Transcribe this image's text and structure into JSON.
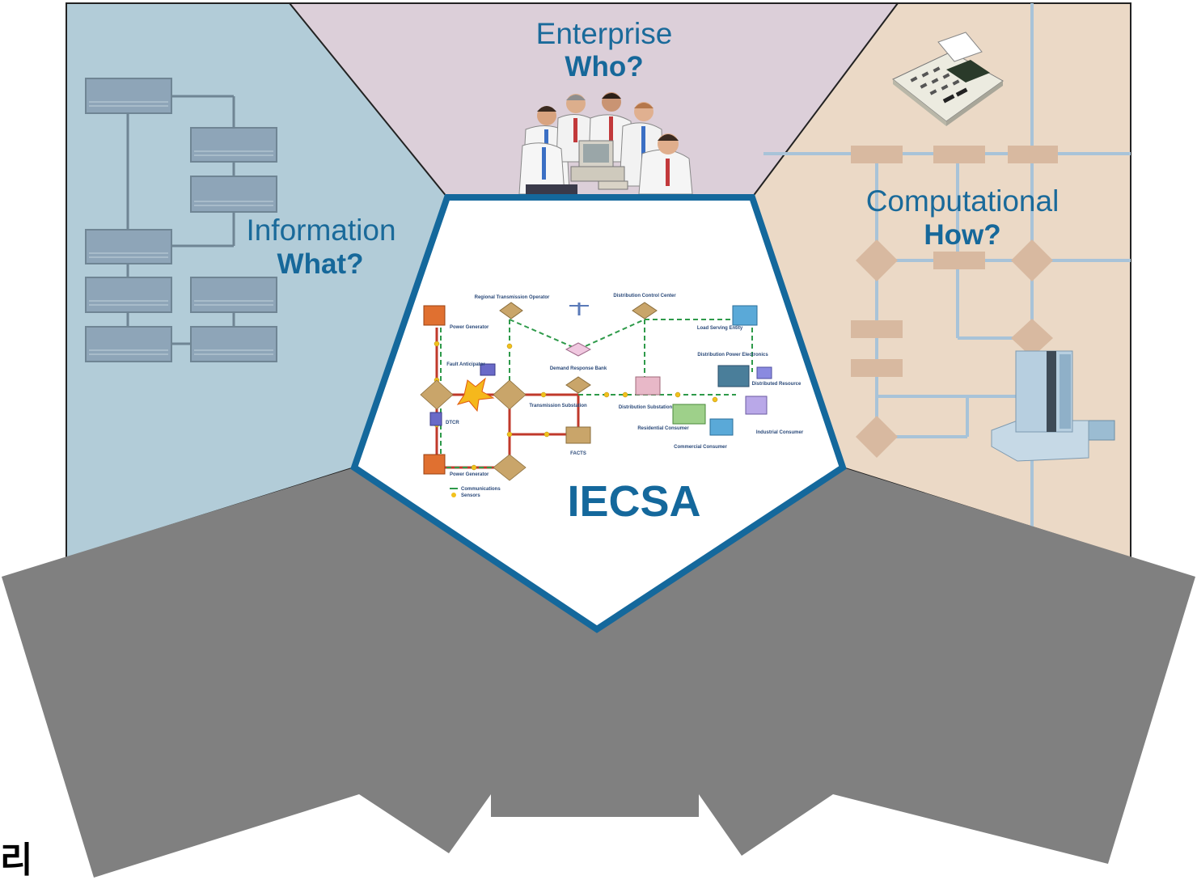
{
  "viewpoints": {
    "information": {
      "title": "Information",
      "question": "What?",
      "color": "#b2ccd8"
    },
    "enterprise": {
      "title": "Enterprise",
      "question": "Who?",
      "color": "#dccfd9"
    },
    "computational": {
      "title": "Computational",
      "question": "How?",
      "color": "#ebd9c6"
    }
  },
  "center": {
    "title": "IECSA",
    "labels": {
      "power_generator_top": "Power Generator",
      "regional_transmission_operator": "Regional Transmission Operator",
      "distribution_control_center": "Distribution Control Center",
      "load_serving_entity": "Load Serving Entity",
      "fault_anticipator": "Fault Anticipator",
      "demand_response_bank": "Demand Response Bank",
      "distribution_power_electronics": "Distribution Power Electronics",
      "distributed_resource": "Distributed Resource",
      "transmission_substation": "Transmission Substation",
      "distribution_substation": "Distribution Substation",
      "residential_consumer": "Residential Consumer",
      "industrial_consumer": "Industrial Consumer",
      "commercial_consumer": "Commercial Consumer",
      "dtcr": "DTCR",
      "facts": "FACTS",
      "power_generator_bottom": "Power Generator",
      "legend_communications": "Communications",
      "legend_sensors": "Sensors"
    }
  },
  "colors": {
    "gray": "#808080",
    "pentagon_border": "#14689c",
    "info_box": "#8ea5b8",
    "info_line": "#6f8594",
    "comp_line": "#a8c3d8",
    "comp_box": "#d8b9a0"
  },
  "corner_glyph": "리"
}
